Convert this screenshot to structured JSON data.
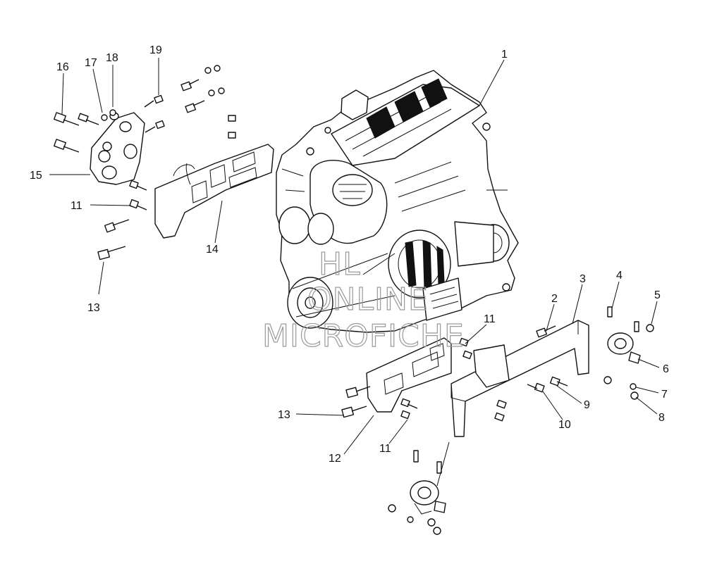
{
  "watermark": {
    "line1": "HL",
    "line2": "ONLINE",
    "line3": "MICROFICHE"
  },
  "callouts": [
    {
      "id": "c1",
      "label": "1"
    },
    {
      "id": "c2",
      "label": "2"
    },
    {
      "id": "c3",
      "label": "3"
    },
    {
      "id": "c4",
      "label": "4"
    },
    {
      "id": "c5",
      "label": "5"
    },
    {
      "id": "c6",
      "label": "6"
    },
    {
      "id": "c7",
      "label": "7"
    },
    {
      "id": "c8",
      "label": "8"
    },
    {
      "id": "c9",
      "label": "9"
    },
    {
      "id": "c10",
      "label": "10"
    },
    {
      "id": "c11a",
      "label": "11"
    },
    {
      "id": "c11b",
      "label": "11"
    },
    {
      "id": "c11c",
      "label": "11"
    },
    {
      "id": "c12",
      "label": "12"
    },
    {
      "id": "c13a",
      "label": "13"
    },
    {
      "id": "c13b",
      "label": "13"
    },
    {
      "id": "c14",
      "label": "14"
    },
    {
      "id": "c15",
      "label": "15"
    },
    {
      "id": "c16",
      "label": "16"
    },
    {
      "id": "c17",
      "label": "17"
    },
    {
      "id": "c18",
      "label": "18"
    },
    {
      "id": "c19",
      "label": "19"
    }
  ]
}
